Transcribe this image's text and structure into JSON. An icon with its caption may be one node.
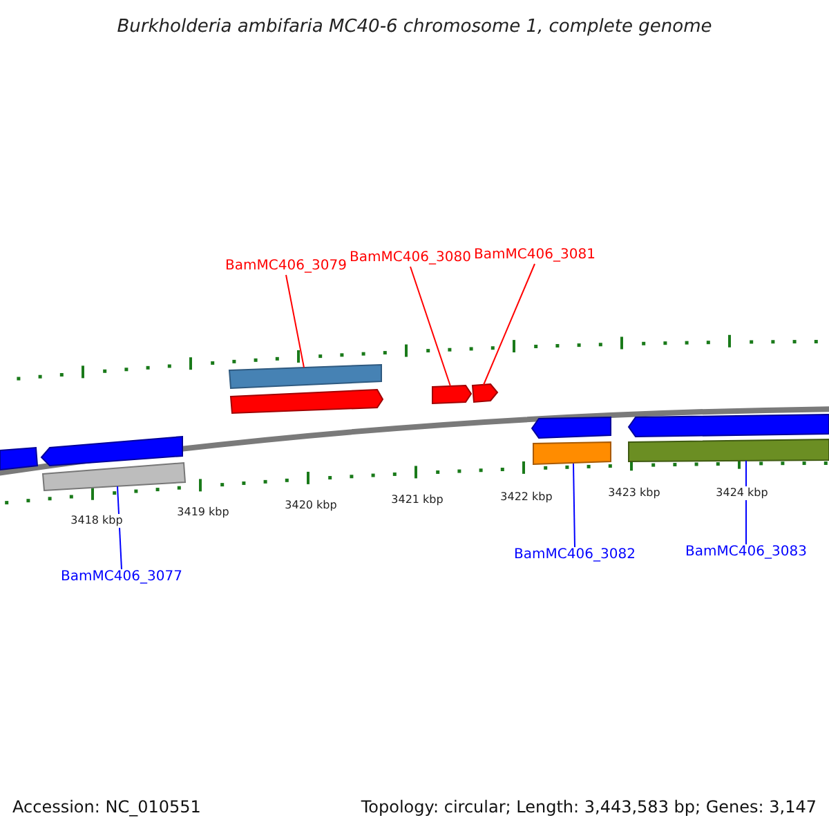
{
  "diagram": {
    "title": "Burkholderia ambifaria MC40-6 chromosome 1, complete genome",
    "nodes": [
      {
        "text": [
          "BamMC406_3079"
        ]
      },
      {
        "text": [
          "BamMC406_3080"
        ]
      },
      {
        "text": [
          "BamMC406_3081"
        ]
      },
      {
        "text": [
          "BamMC406_3077"
        ]
      },
      {
        "text": [
          "BamMC406_3082"
        ]
      },
      {
        "text": [
          "BamMC406_3083"
        ]
      },
      {
        "text": [],
        "shape": "bar"
      },
      {
        "text": [],
        "shape": "bar"
      },
      {
        "text": [],
        "shape": "bar"
      },
      {
        "text": [],
        "shape": "bar"
      },
      {
        "text": [],
        "shape": "bar"
      },
      {
        "text": [],
        "shape": "bar"
      },
      {
        "text": [],
        "shape": "bar"
      },
      {
        "text": [],
        "shape": "bar"
      },
      {
        "text": [],
        "shape": "bar"
      },
      {
        "text": [],
        "shape": "bar"
      },
      {
        "text": [],
        "shape": "bar"
      }
    ],
    "edges": [
      {
        "from": 0,
        "to": 9,
        "arrow": "none",
        "color": "#ff0000"
      },
      {
        "from": 1,
        "to": 11,
        "arrow": "none",
        "color": "#ff0000"
      },
      {
        "from": 2,
        "to": 12,
        "arrow": "none",
        "color": "#ff0000"
      },
      {
        "from": 3,
        "to": 8,
        "arrow": "none",
        "color": "#0000ff"
      },
      {
        "from": 4,
        "to": 14,
        "arrow": "none",
        "color": "#0000ff"
      },
      {
        "from": 5,
        "to": 16,
        "arrow": "none",
        "color": "#0000ff"
      }
    ],
    "labels": [
      "3418 kbp",
      "3419 kbp",
      "3420 kbp",
      "3421 kbp",
      "3422 kbp",
      "3423 kbp",
      "3424 kbp",
      "Accession: NC_010551",
      "Topology: circular; Length: 3,443,583 bp; Genes: 3,147"
    ]
  }
}
